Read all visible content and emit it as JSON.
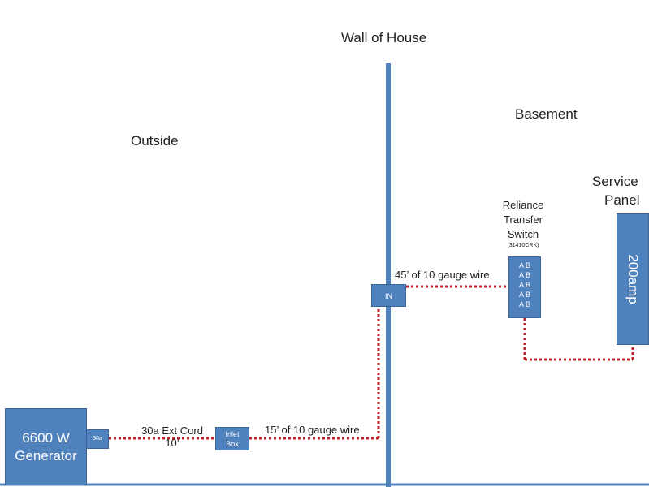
{
  "regions": {
    "wall": "Wall of House",
    "outside": "Outside",
    "basement": "Basement"
  },
  "generator": {
    "line1": "6600 W",
    "line2": "Generator",
    "breaker": "30a"
  },
  "ext_cord": {
    "line1": "30a Ext Cord",
    "line2": "10’"
  },
  "inlet_box": {
    "line1": "Inlet",
    "line2": "Box"
  },
  "wire_outside": "15’ of 10 gauge wire",
  "inlet_in": "IN",
  "wire_basement": "45’ of 10 gauge wire",
  "transfer_switch": {
    "line1": "Reliance",
    "line2": "Transfer",
    "line3": "Switch",
    "model": "(31410CRK)",
    "rows": [
      "A B",
      "A B",
      "A B",
      "A B",
      "A B"
    ]
  },
  "service_panel": {
    "line1": "Service",
    "line2": "Panel",
    "rating": "200amp"
  },
  "colors": {
    "box_fill": "#4f81bd",
    "box_border": "#3a6494",
    "wire": "#c0202a",
    "wall": "#4f81bd"
  }
}
